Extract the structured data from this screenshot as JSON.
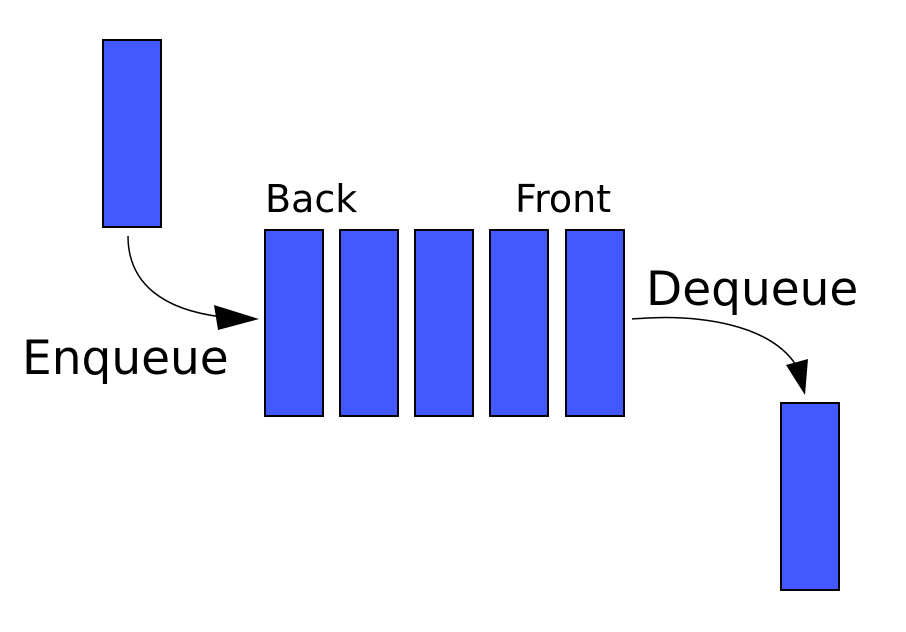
{
  "colors": {
    "block_fill": "#4259ff",
    "outline": "#000000",
    "background": "#ffffff"
  },
  "labels": {
    "back": "Back",
    "front": "Front",
    "enqueue": "Enqueue",
    "dequeue": "Dequeue"
  },
  "queue": {
    "element_count": 5
  }
}
